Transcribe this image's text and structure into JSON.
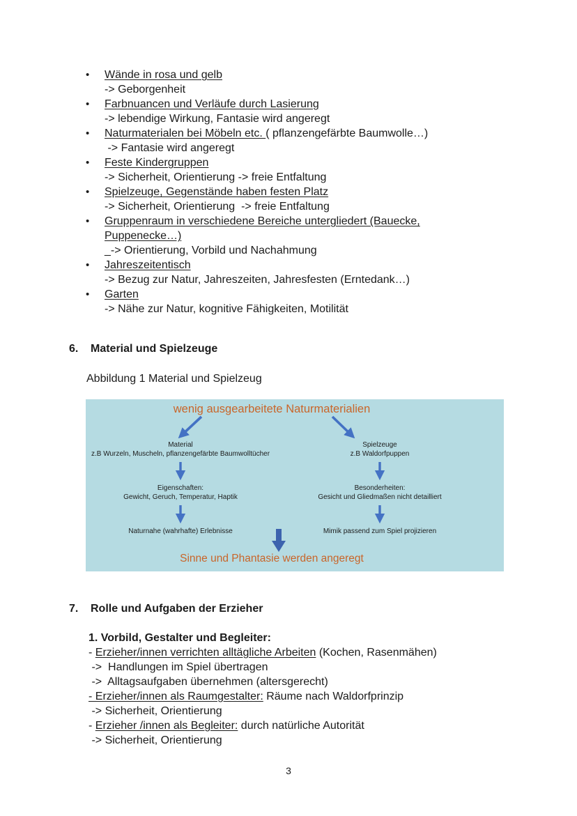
{
  "bullets": {
    "marker": "•",
    "items": [
      {
        "u": "Wände in rosa und gelb",
        "post": "",
        "sub": "-> Geborgenheit"
      },
      {
        "u": "Farbnuancen und Verläufe durch Lasierung",
        "post": "",
        "sub": "-> lebendige Wirkung, Fantasie wird angeregt"
      },
      {
        "u": "Naturmaterialen bei Möbeln etc. ",
        "post": "( pflanzengefärbte Baumwolle…)",
        "sub": " -> Fantasie wird angeregt"
      },
      {
        "u": "Feste Kindergruppen",
        "post": "",
        "sub": "-> Sicherheit, Orientierung -> freie Entfaltung"
      },
      {
        "u": "Spielzeuge, Gegenstände haben festen Platz",
        "post": "",
        "sub": "-> Sicherheit, Orientierung  -> freie Entfaltung"
      },
      {
        "u": "Gruppenraum in verschiedene Bereiche untergliedert (Bauecke,\nPuppenecke…)",
        "post": "",
        "sub": "_-> Orientierung, Vorbild und Nachahmung"
      },
      {
        "u": "Jahreszeitentisch",
        "post": "",
        "sub": "-> Bezug zur Natur, Jahreszeiten, Jahresfesten (Erntedank…)"
      },
      {
        "u": "Garten",
        "post": "",
        "sub": "-> Nähe zur Natur, kognitive Fähigkeiten, Motilität"
      }
    ]
  },
  "section6": {
    "number": "6.",
    "title": "Material und Spielzeuge",
    "caption": "Abbildung 1 Material und Spielzeug"
  },
  "figure": {
    "title": "wenig ausgearbeitete Naturmaterialien",
    "left_branch": {
      "node1": "Material\nz.B Wurzeln, Muscheln, pflanzengefärbte Baumwolltücher",
      "node2": "Eigenschaften:\nGewicht, Geruch, Temperatur, Haptik",
      "node3": "Naturnahe (wahrhafte) Erlebnisse"
    },
    "right_branch": {
      "node1": "Spielzeuge\nz.B Waldorfpuppen",
      "node2": "Besonderheiten:\nGesicht und Gliedmaßen nicht detailliert",
      "node3": "Mimik passend zum Spiel projizieren"
    },
    "conclusion": "Sinne und Phantasie werden angeregt",
    "colors": {
      "background": "#b5dbe2",
      "heading_orange": "#c9662a",
      "arrow_blue": "#4472c4",
      "big_arrow_blue": "#3c63ae"
    }
  },
  "section7": {
    "number": "7.",
    "title": "Rolle und Aufgaben der Erzieher",
    "subheading": "1. Vorbild, Gestalter und Begleiter:",
    "lines": [
      {
        "pre": "- ",
        "u": "Erzieher/innen verrichten alltägliche Arbeiten",
        "post": " (Kochen, Rasenmähen)"
      },
      {
        "pre": "",
        "u": "",
        "post": " ->  Handlungen im Spiel übertragen"
      },
      {
        "pre": "",
        "u": "",
        "post": " ->  Alltagsaufgaben übernehmen (altersgerecht)"
      },
      {
        "pre": "",
        "u": "- Erzieher/innen als Raumgestalter:",
        "post": " Räume nach Waldorfprinzip"
      },
      {
        "pre": "",
        "u": "",
        "post": " -> Sicherheit, Orientierung"
      },
      {
        "pre": "- ",
        "u": "Erzieher /innen als Begleiter:",
        "post": " durch natürliche Autorität"
      },
      {
        "pre": "",
        "u": "",
        "post": " -> Sicherheit, Orientierung"
      }
    ]
  },
  "page": {
    "number": "3"
  }
}
